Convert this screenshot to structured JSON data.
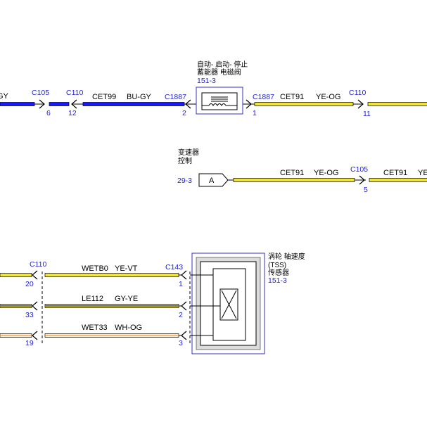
{
  "top_row": {
    "left_color_code": "GY",
    "connectors": {
      "c105": {
        "label": "C105",
        "pin": "6"
      },
      "c110_left": {
        "label": "C110",
        "pin": "12"
      },
      "c1887_left": {
        "label": "C1887",
        "pin": "2"
      },
      "c1887_right": {
        "label": "C1887",
        "pin": "1"
      },
      "c110_right": {
        "label": "C110",
        "pin": "11"
      }
    },
    "wires": {
      "left": {
        "circuit": "CET99",
        "color_code": "BU-GY"
      },
      "right": {
        "circuit": "CET91",
        "color_code": "YE-OG"
      }
    },
    "component": {
      "name_line1": "自动- 启动- 停止",
      "name_line2": "蓄能器 电磁阀",
      "ref": "151-3"
    }
  },
  "mid_row": {
    "module": {
      "name_line1": "变速器",
      "name_line2": "控制",
      "ref": "29-3",
      "pin_letter": "A"
    },
    "wire1": {
      "circuit": "CET91",
      "color_code": "YE-OG"
    },
    "connector": {
      "label": "C105",
      "pin": "5"
    },
    "wire2": {
      "circuit": "CET91",
      "color_code": "YE"
    }
  },
  "bottom_row": {
    "connector_left": {
      "label": "C110",
      "pins": [
        "20",
        "33",
        "19"
      ]
    },
    "connector_right": {
      "label": "C143",
      "pins": [
        "1",
        "2",
        "3"
      ]
    },
    "wires": [
      {
        "circuit": "WETB0",
        "color_code": "YE-VT"
      },
      {
        "circuit": "LE112",
        "color_code": "GY-YE"
      },
      {
        "circuit": "WET33",
        "color_code": "WH-OG"
      }
    ],
    "sensor": {
      "name_line1": "涡轮 轴速度",
      "name_line2": "(TSS)",
      "name_line3": "传感器",
      "ref": "151-3"
    }
  },
  "colors": {
    "blue_wire": "#1a1aff",
    "yellow_wire": "#f2e33a",
    "connector_text": "#1f1fd6",
    "gray_wire": "#8c8c8c",
    "white_wire": "#f5f0d8"
  }
}
